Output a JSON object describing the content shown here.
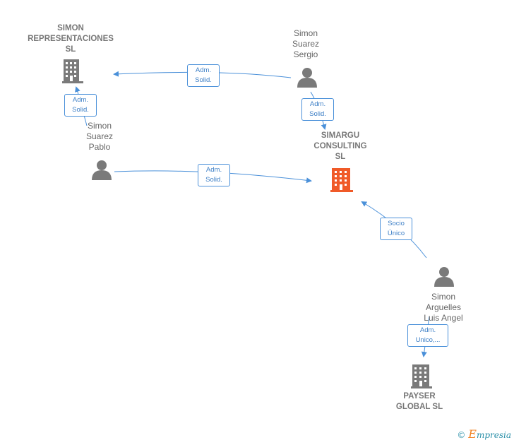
{
  "nodes": {
    "simon_representaciones": {
      "label": [
        "SIMON",
        "REPRESENTACIONES",
        "SL"
      ],
      "kind": "company"
    },
    "simargu": {
      "label": [
        "SIMARGU",
        "CONSULTING",
        "SL"
      ],
      "kind": "company-main"
    },
    "payser": {
      "label": [
        "PAYSER",
        "GLOBAL  SL"
      ],
      "kind": "company"
    },
    "simon_sergio": {
      "label": [
        "Simon",
        "Suarez",
        "Sergio"
      ],
      "kind": "person"
    },
    "simon_pablo": {
      "label": [
        "Simon",
        "Suarez",
        "Pablo"
      ],
      "kind": "person"
    },
    "simon_luis": {
      "label": [
        "Simon",
        "Arguelles",
        "Luis Angel"
      ],
      "kind": "person"
    }
  },
  "edges": [
    {
      "id": "sergio-representaciones",
      "label": [
        "Adm.",
        "Solid."
      ]
    },
    {
      "id": "pablo-representaciones",
      "label": [
        "Adm.",
        "Solid."
      ]
    },
    {
      "id": "sergio-simargu",
      "label": [
        "Adm.",
        "Solid."
      ]
    },
    {
      "id": "pablo-simargu",
      "label": [
        "Adm.",
        "Solid."
      ]
    },
    {
      "id": "luis-simargu",
      "label": [
        "Socio",
        "Único"
      ]
    },
    {
      "id": "luis-payser",
      "label": [
        "Adm.",
        "Unico,..."
      ]
    }
  ],
  "colors": {
    "edge": "#4a90d9",
    "node_gray": "#7a7a7a",
    "node_main": "#f05a28"
  },
  "footer": {
    "copyright": "©",
    "brand_initial": "E",
    "brand_rest": "mpresia"
  }
}
